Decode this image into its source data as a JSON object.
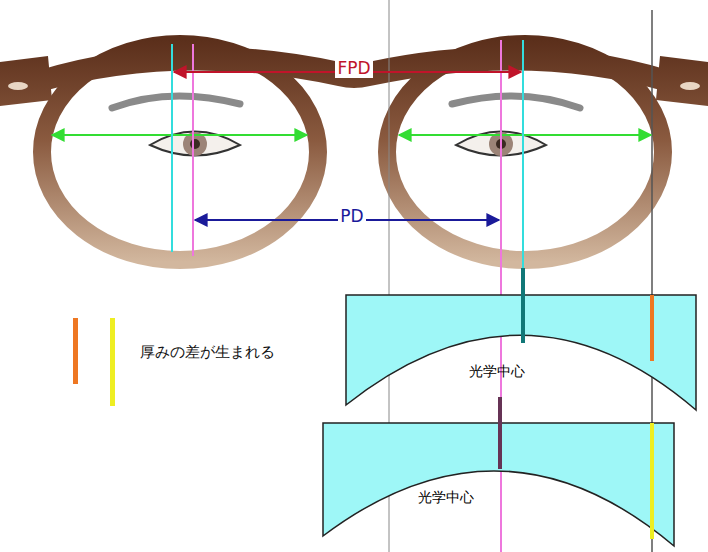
{
  "diagram": {
    "nodes": [
      {
        "text": [
          "光学中心"
        ]
      },
      {
        "text": [
          "光学中心"
        ]
      }
    ],
    "labels": [
      "FPD",
      "PD",
      "厚みの差が生まれる"
    ]
  }
}
